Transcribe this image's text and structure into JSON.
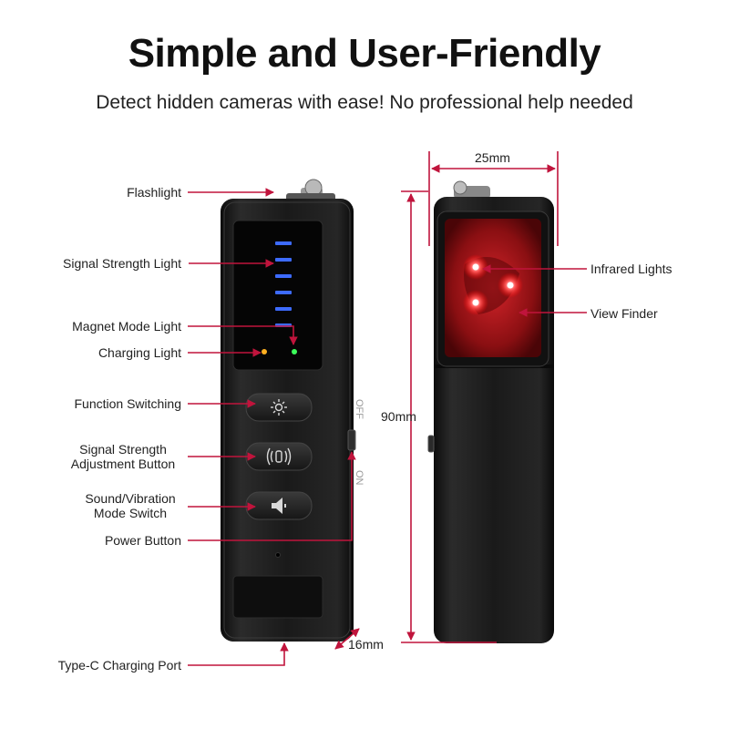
{
  "header": {
    "title": "Simple and User-Friendly",
    "subtitle": "Detect hidden cameras with ease! No professional help needed"
  },
  "labels": {
    "flashlight": "Flashlight",
    "signal_strength_light": "Signal Strength Light",
    "magnet_mode_light": "Magnet Mode Light",
    "charging_light": "Charging Light",
    "function_switching": "Function Switching",
    "signal_adjust_1": "Signal Strength",
    "signal_adjust_2": "Adjustment Button",
    "sound_vibration_1": "Sound/Vibration",
    "sound_vibration_2": "Mode Switch",
    "power_button": "Power Button",
    "type_c_port": "Type-C Charging Port",
    "infrared_lights": "Infrared Lights",
    "view_finder": "View Finder"
  },
  "dimensions": {
    "width": "25mm",
    "height": "90mm",
    "depth": "16mm"
  },
  "switch_marks": {
    "on": "ON",
    "off": "OFF"
  },
  "colors": {
    "annotation": "#c0143c",
    "signal_bar": "#3d6bff",
    "device_body": "#1b1b1b",
    "infrared": "#ff3030"
  },
  "icons": [
    "sun-icon",
    "signal-wave-icon",
    "speaker-icon"
  ]
}
